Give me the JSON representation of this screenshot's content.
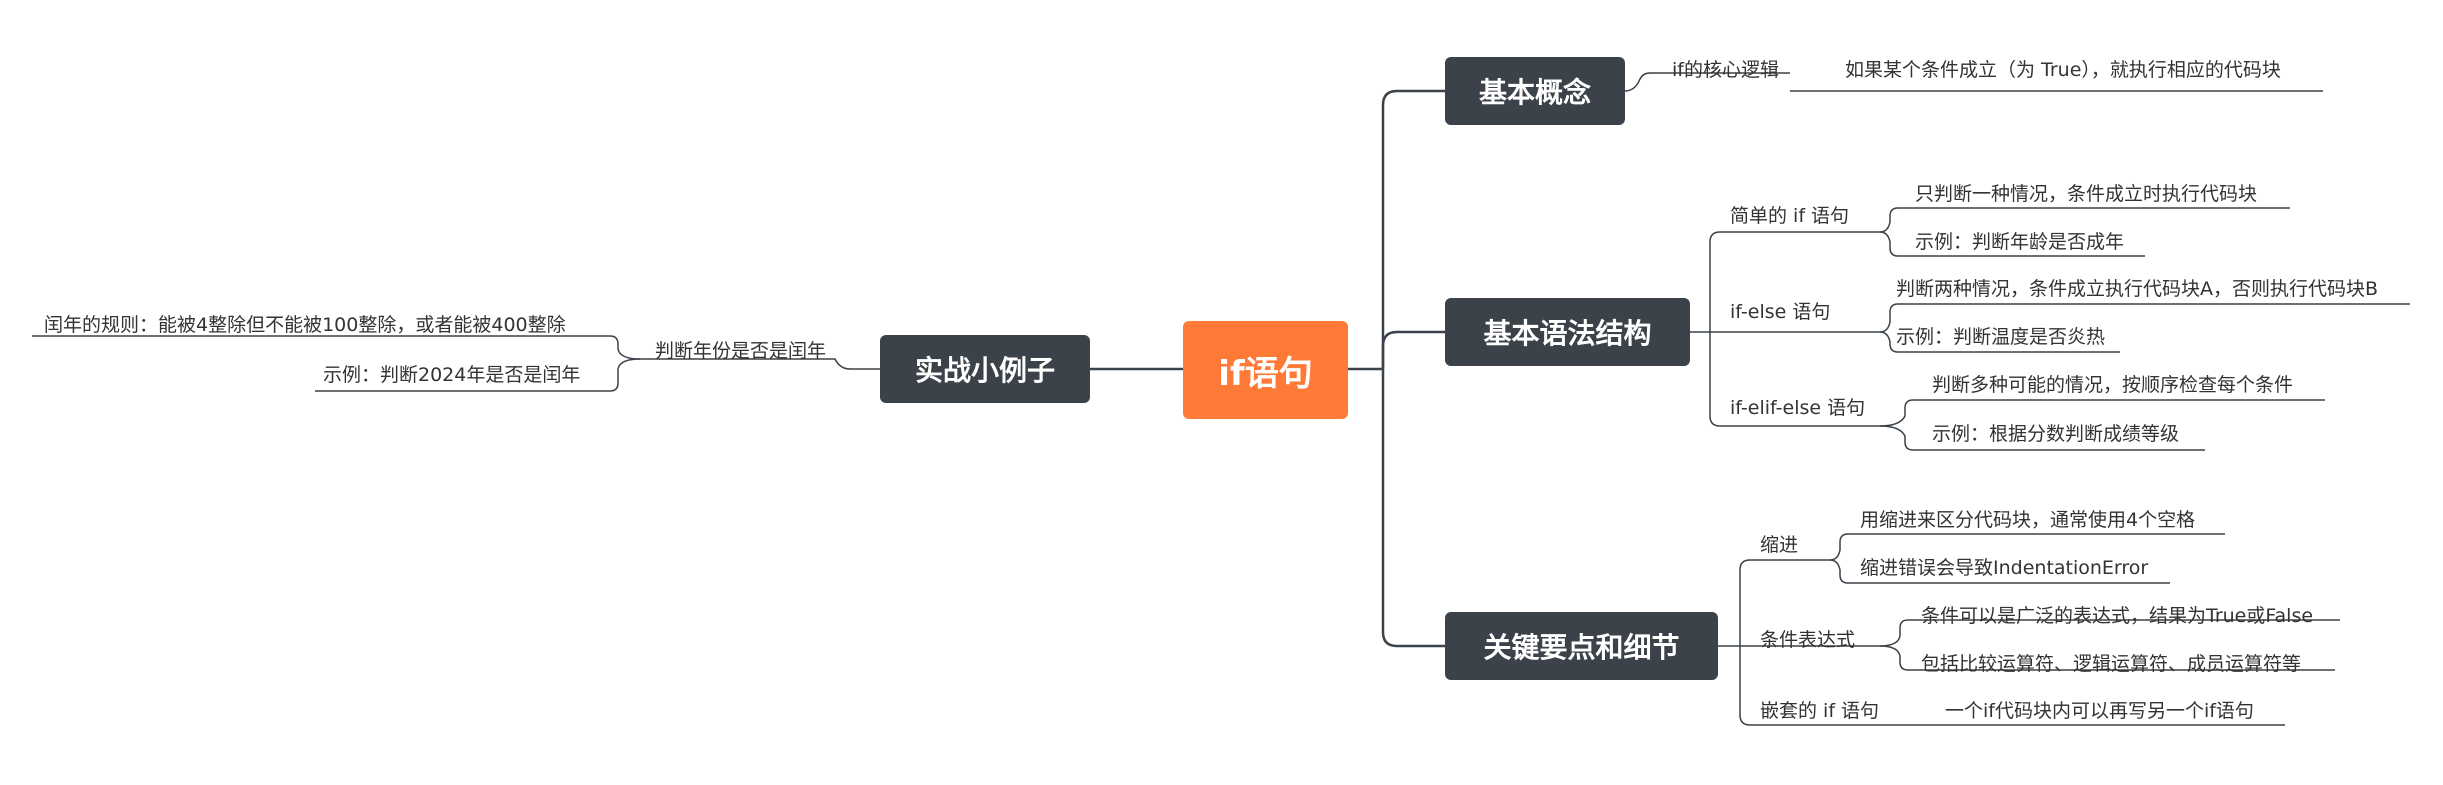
{
  "central": "if语句",
  "branches": {
    "basic_concept": {
      "label": "基本概念",
      "sub": "if的核心逻辑",
      "detail": "如果某个条件成立（为 True），就执行相应的代码块"
    },
    "syntax": {
      "label": "基本语法结构",
      "items": [
        {
          "label": "简单的 if 语句",
          "details": [
            "只判断一种情况，条件成立时执行代码块",
            "示例：判断年龄是否成年"
          ]
        },
        {
          "label": "if-else 语句",
          "details": [
            "判断两种情况，条件成立执行代码块A，否则执行代码块B",
            "示例：判断温度是否炎热"
          ]
        },
        {
          "label": "if-elif-else 语句",
          "details": [
            "判断多种可能的情况，按顺序检查每个条件",
            "示例：根据分数判断成绩等级"
          ]
        }
      ]
    },
    "key_points": {
      "label": "关键要点和细节",
      "items": [
        {
          "label": "缩进",
          "details": [
            "用缩进来区分代码块，通常使用4个空格",
            "缩进错误会导致IndentationError"
          ]
        },
        {
          "label": "条件表达式",
          "details": [
            "条件可以是广泛的表达式，结果为True或False",
            "包括比较运算符、逻辑运算符、成员运算符等"
          ]
        },
        {
          "label": "嵌套的 if 语句",
          "details": [
            "一个if代码块内可以再写另一个if语句"
          ]
        }
      ]
    },
    "practice": {
      "label": "实战小例子",
      "sub": "判断年份是否是闰年",
      "details": [
        "闰年的规则：能被4整除但不能被100整除，或者能被400整除",
        "示例：判断2024年是否是闰年"
      ]
    }
  },
  "colors": {
    "central": "#ff7a36",
    "topic": "#3b4249",
    "line": "#3b4249",
    "text": "#333333"
  }
}
